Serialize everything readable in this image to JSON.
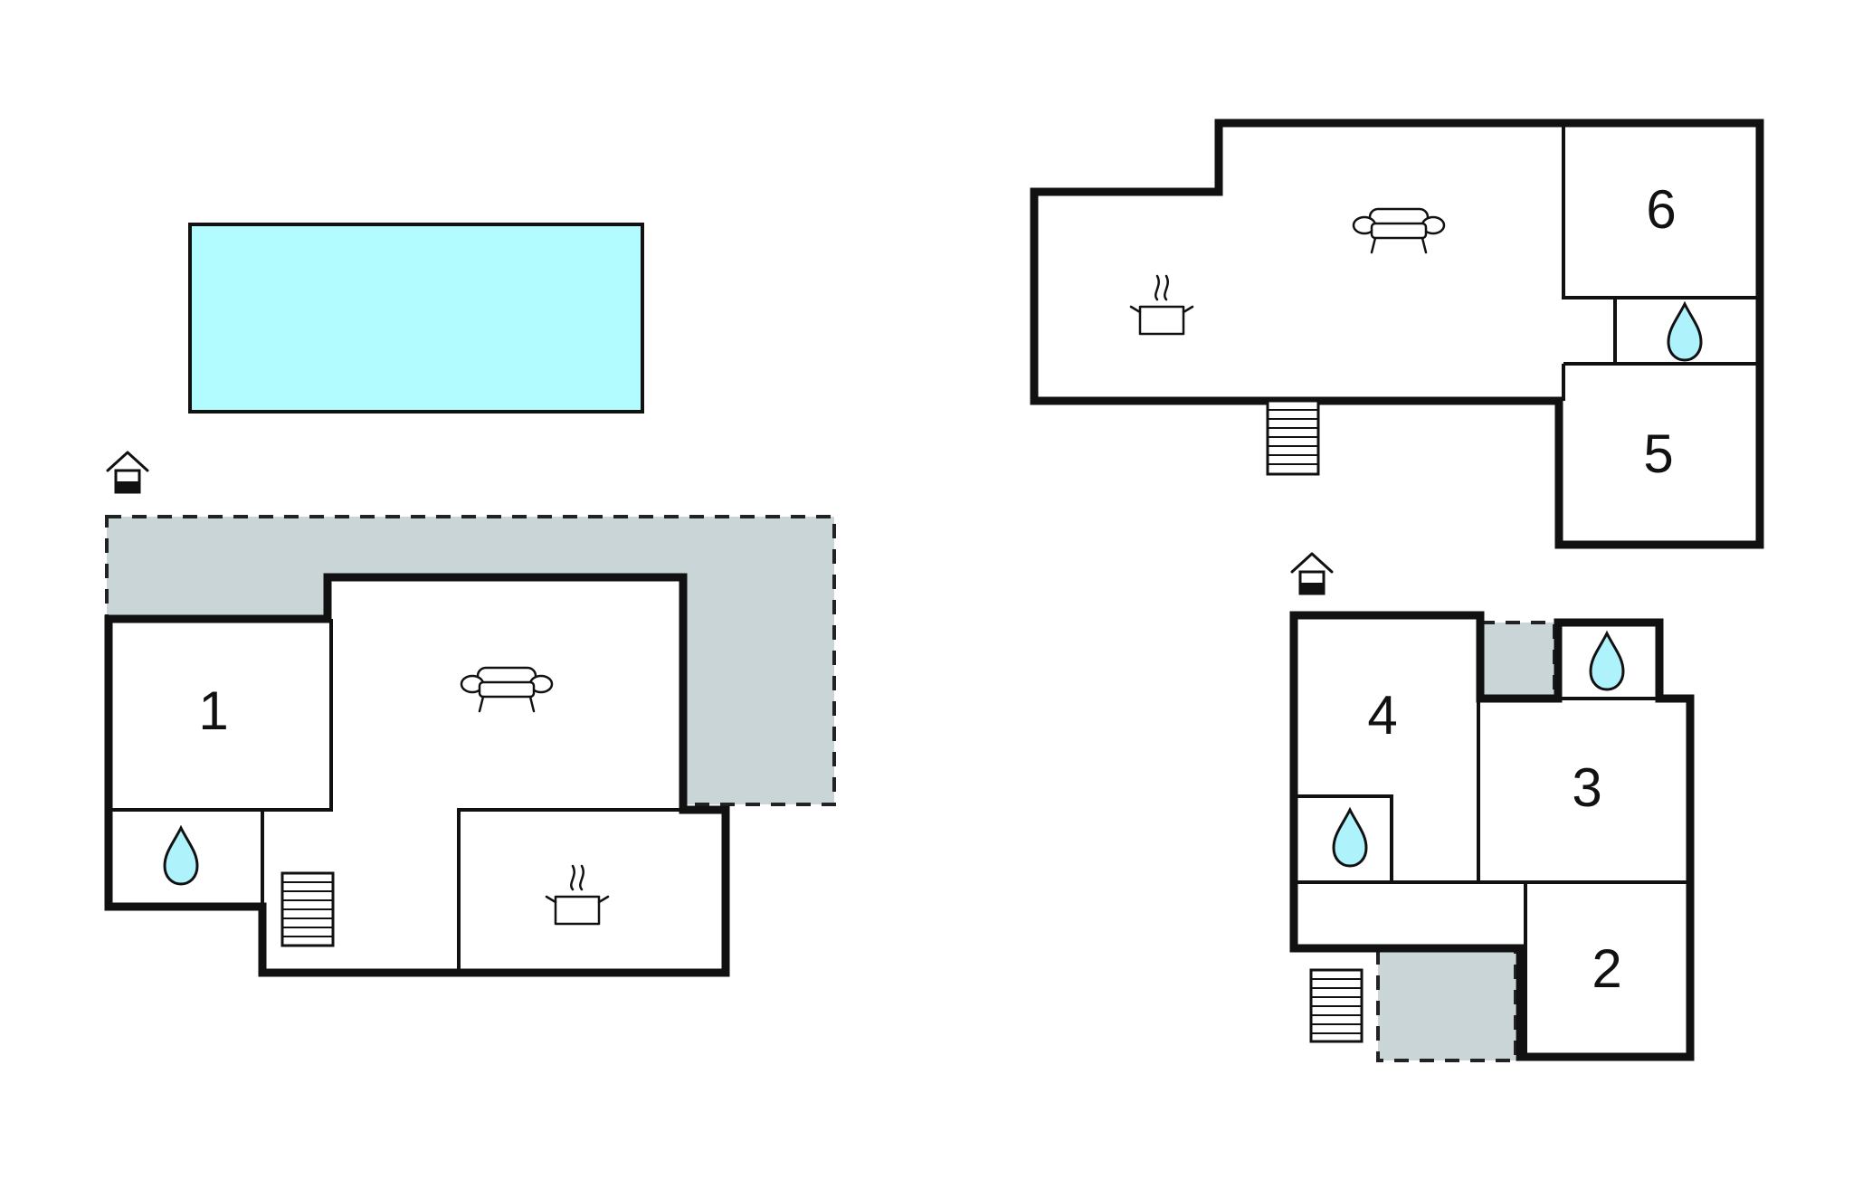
{
  "colors": {
    "pool": "#b2fbff",
    "terrace": "#c9d5d6",
    "water_drop": "#aef2fb",
    "wall": "#111111",
    "background": "#ffffff"
  },
  "legend_icons": [
    "house-entrance-icon",
    "sofa-icon",
    "cooking-pot-icon",
    "water-drop-icon",
    "stairs-icon"
  ],
  "ground_floor": {
    "rooms": [
      {
        "number": "1",
        "type": "bedroom"
      },
      {
        "type": "living-room",
        "icon": "sofa-icon"
      },
      {
        "type": "kitchen",
        "icon": "cooking-pot-icon"
      },
      {
        "type": "bathroom",
        "icon": "water-drop-icon"
      }
    ],
    "features": [
      "pool",
      "terrace",
      "stairs",
      "entrance"
    ]
  },
  "upper_floor": {
    "rooms": [
      {
        "number": "6",
        "type": "bedroom"
      },
      {
        "number": "5",
        "type": "bedroom"
      },
      {
        "type": "living-room",
        "icon": "sofa-icon"
      },
      {
        "type": "kitchen",
        "icon": "cooking-pot-icon"
      },
      {
        "type": "bathroom",
        "icon": "water-drop-icon"
      }
    ],
    "features": [
      "stairs"
    ]
  },
  "annex": {
    "rooms": [
      {
        "number": "4",
        "type": "bedroom"
      },
      {
        "number": "3",
        "type": "bedroom"
      },
      {
        "number": "2",
        "type": "bedroom"
      },
      {
        "type": "bathroom",
        "icon": "water-drop-icon"
      },
      {
        "type": "bathroom",
        "icon": "water-drop-icon"
      }
    ],
    "features": [
      "terrace",
      "stairs",
      "entrance"
    ]
  }
}
